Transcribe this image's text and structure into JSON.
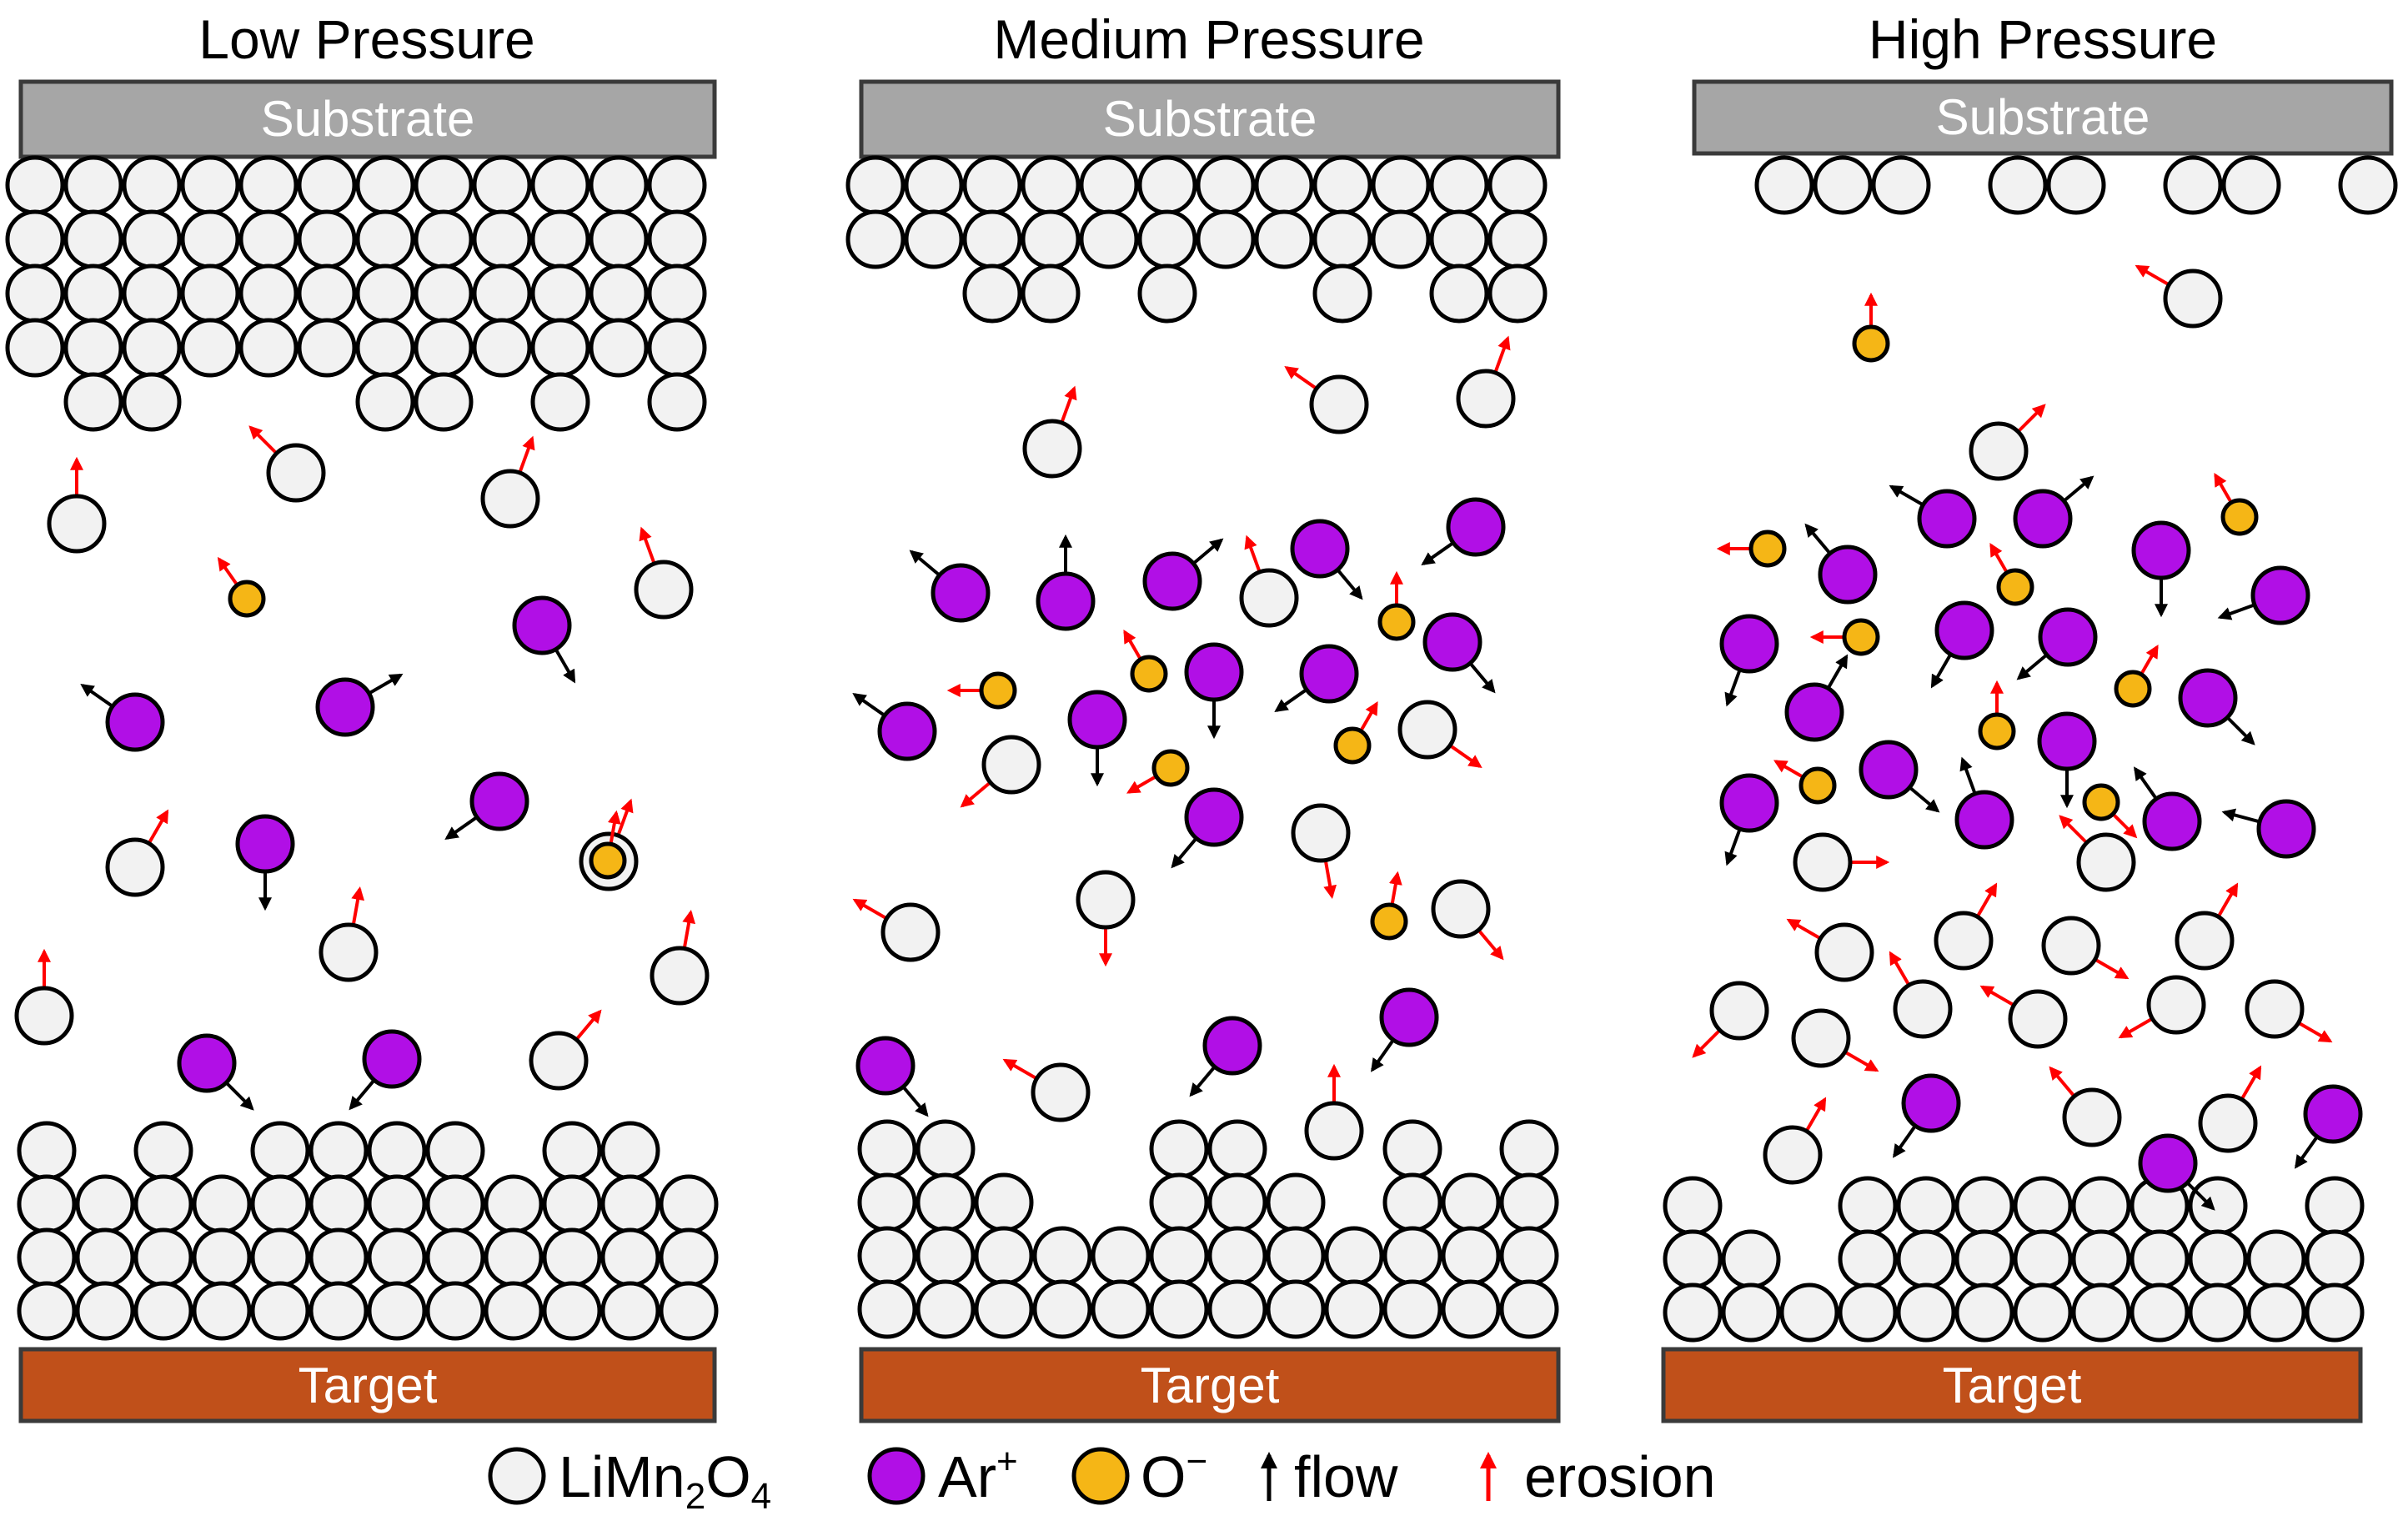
{
  "panels": [
    {
      "title": "Low Pressure",
      "substrate_label": "Substrate",
      "target_label": "Target"
    },
    {
      "title": "Medium Pressure",
      "substrate_label": "Substrate",
      "target_label": "Target"
    },
    {
      "title": "High Pressure",
      "substrate_label": "Substrate",
      "target_label": "Target"
    }
  ],
  "legend": {
    "limn2o4_text": "LiMn",
    "limn2o4_sub1": "2",
    "limn2o4_o": "O",
    "limn2o4_sub2": "4",
    "ar_text": "Ar",
    "ar_sup": "+",
    "o_text": "O",
    "o_sup": "−",
    "flow_label": "flow",
    "erosion_label": "erosion"
  },
  "colors": {
    "substrate": "#a6a6a6",
    "target": "#c0501a",
    "limn2o4": "#f2f2f2",
    "ar_ion": "#b10fe6",
    "o_ion": "#f5b616",
    "flow_arrow": "#000000",
    "erosion_arrow": "#ff0000"
  }
}
